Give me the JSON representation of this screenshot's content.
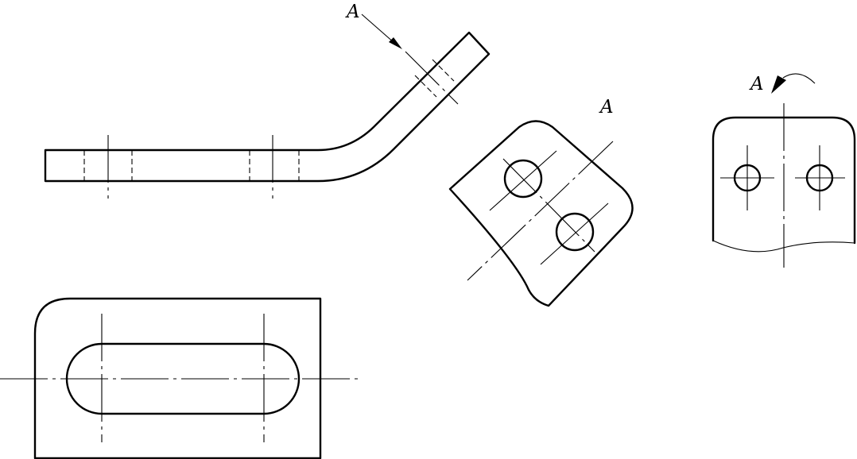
{
  "drawing": {
    "type": "engineering drawing",
    "view_labels": {
      "arrow_label": "A",
      "auxiliary_view_label": "A",
      "rotated_view_label": "A"
    },
    "views": [
      "front-view",
      "top-view",
      "auxiliary-view-a",
      "rotated-view-a"
    ]
  }
}
